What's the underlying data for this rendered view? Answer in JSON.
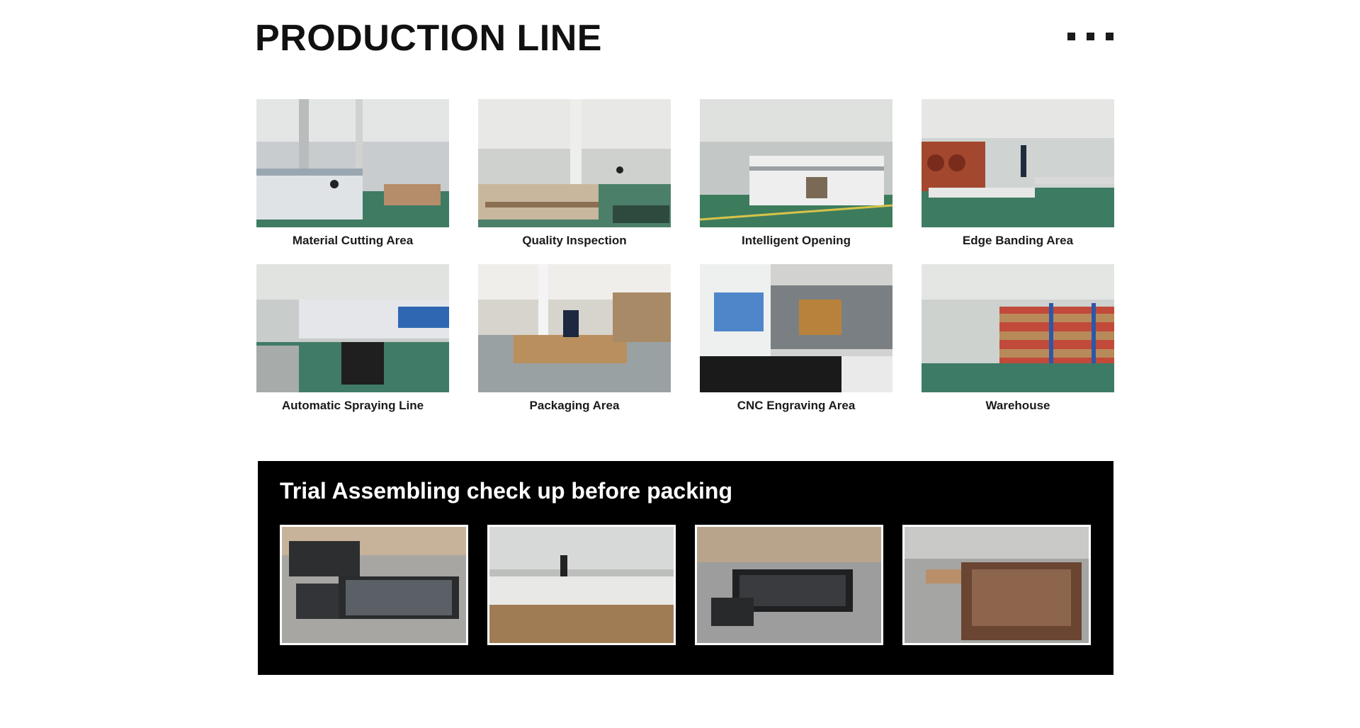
{
  "header": {
    "title": "PRODUCTION LINE"
  },
  "production_areas": [
    {
      "label": "Material Cutting Area"
    },
    {
      "label": "Quality Inspection"
    },
    {
      "label": "Intelligent Opening"
    },
    {
      "label": "Edge Banding Area"
    },
    {
      "label": "Automatic Spraying Line"
    },
    {
      "label": "Packaging Area"
    },
    {
      "label": "CNC Engraving Area"
    },
    {
      "label": "Warehouse"
    }
  ],
  "trial_section": {
    "title": "Trial Assembling check up before packing",
    "photo_count": 4
  },
  "colors": {
    "accent": "#000000",
    "floor_green": "#3f7a62",
    "text": "#1b1b1b"
  }
}
